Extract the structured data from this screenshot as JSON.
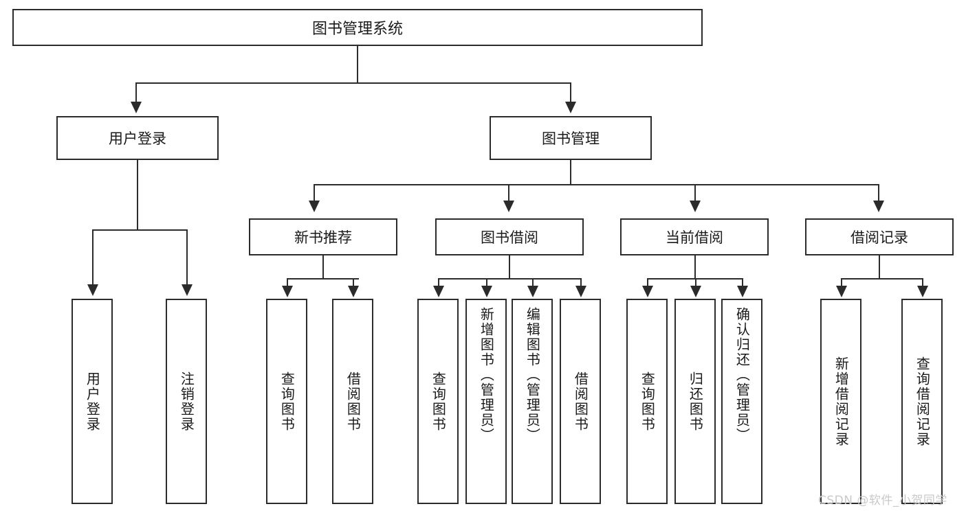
{
  "diagram": {
    "type": "tree",
    "title": "图书管理系统",
    "watermark": "CSDN @软件_小贺同学",
    "colors": {
      "stroke": "#2b2b2b",
      "fill": "#ffffff",
      "text": "#1a1a1a",
      "watermark": "#c9c9c9"
    },
    "root": {
      "label": "图书管理系统"
    },
    "level1": [
      {
        "label": "用户登录"
      },
      {
        "label": "图书管理"
      }
    ],
    "level2": [
      {
        "label": "新书推荐"
      },
      {
        "label": "图书借阅"
      },
      {
        "label": "当前借阅"
      },
      {
        "label": "借阅记录"
      }
    ],
    "leaves": {
      "user_login": [
        {
          "label": "用户登录"
        },
        {
          "label": "注销登录"
        }
      ],
      "new_book_recommend": [
        {
          "label": "查询图书"
        },
        {
          "label": "借阅图书"
        }
      ],
      "book_borrow": [
        {
          "label": "查询图书"
        },
        {
          "label": "新增图书（管理员）"
        },
        {
          "label": "编辑图书（管理员）"
        },
        {
          "label": "借阅图书"
        }
      ],
      "current_borrow": [
        {
          "label": "查询图书"
        },
        {
          "label": "归还图书"
        },
        {
          "label": "确认归还（管理员）"
        }
      ],
      "borrow_record": [
        {
          "label": "新增借阅记录"
        },
        {
          "label": "查询借阅记录"
        }
      ]
    }
  }
}
